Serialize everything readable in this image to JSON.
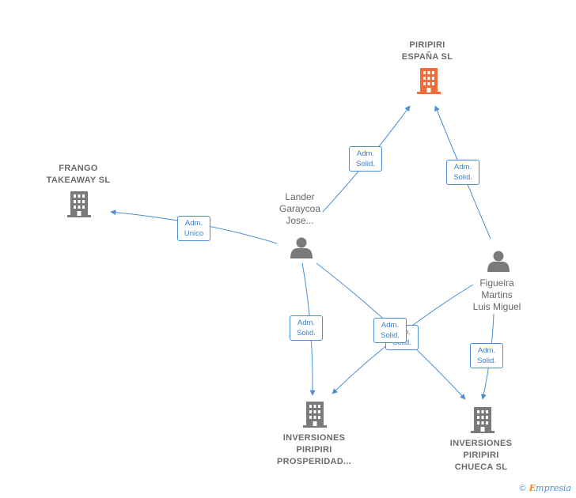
{
  "nodes": {
    "piripiri_espana": {
      "line1": "PIRIPIRI",
      "line2": "ESPAÑA  SL",
      "color": "#f26b3a"
    },
    "frango": {
      "line1": "FRANGO",
      "line2": "TAKEAWAY  SL",
      "color": "#7a7a7a"
    },
    "lander": {
      "line1": "Lander",
      "line2": "Garaycoa",
      "line3": "Jose..."
    },
    "figueira": {
      "line1": "Figueira",
      "line2": "Martins",
      "line3": "Luis Miguel"
    },
    "inv_prosperidad": {
      "line1": "INVERSIONES",
      "line2": "PIRIPIRI",
      "line3": "PROSPERIDAD...",
      "color": "#7a7a7a"
    },
    "inv_chueca": {
      "line1": "INVERSIONES",
      "line2": "PIRIPIRI",
      "line3": "CHUECA  SL",
      "color": "#7a7a7a"
    }
  },
  "edges": {
    "e1": {
      "line1": "Adm.",
      "line2": "Solid."
    },
    "e2": {
      "line1": "Adm.",
      "line2": "Solid."
    },
    "e3": {
      "line1": "Adm.",
      "line2": "Unico"
    },
    "e4": {
      "line1": "Adm.",
      "line2": "Solid."
    },
    "e5": {
      "line1": "Adm.",
      "line2": "Solid."
    },
    "e6": {
      "line1": "Adm.",
      "line2": "Solid."
    },
    "e7": {
      "line1": "Adm.",
      "line2": "Solid."
    }
  },
  "colors": {
    "edge": "#4a8fd6",
    "person": "#7a7a7a"
  },
  "footer": {
    "copyright": "©",
    "brand_initial": "E",
    "brand_rest": "mpresia"
  }
}
